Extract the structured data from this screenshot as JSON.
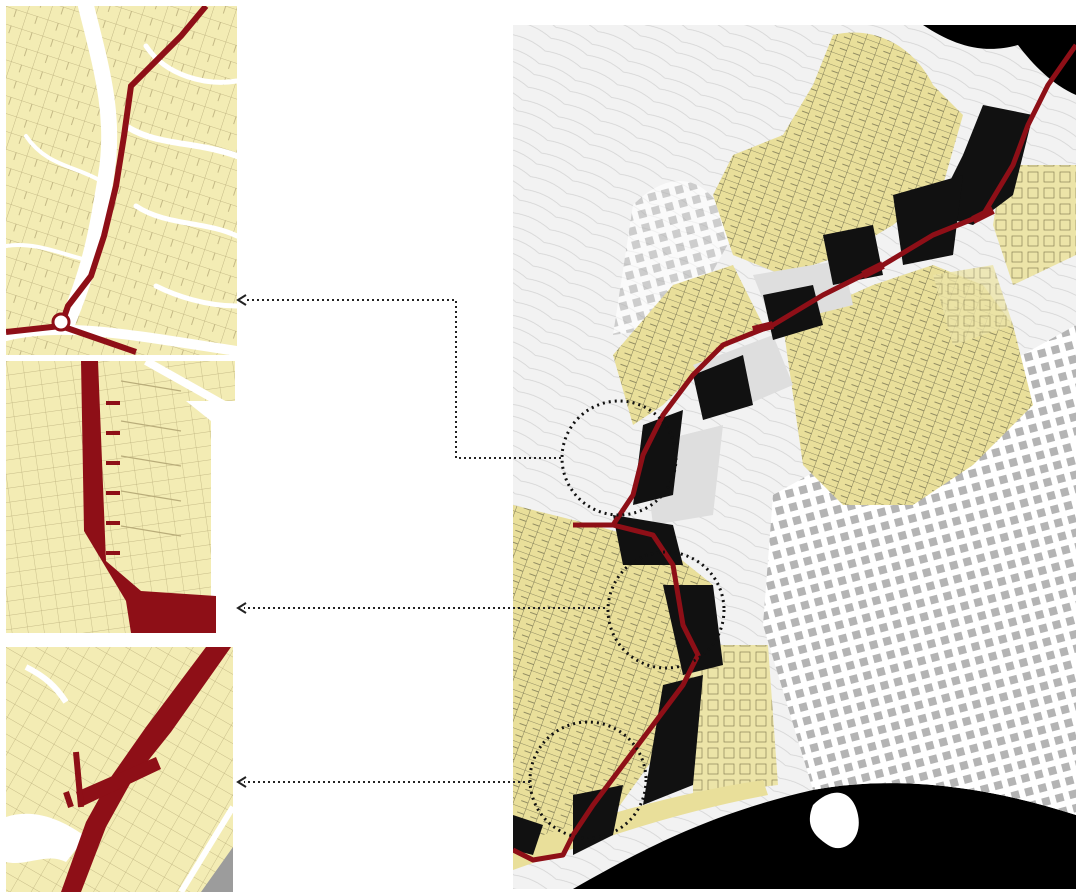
{
  "figure": {
    "insets": [
      {
        "name": "inset-1"
      },
      {
        "name": "inset-2"
      },
      {
        "name": "inset-3"
      }
    ],
    "colors": {
      "fabric": "#f3ecb4",
      "parcel_line": "#b9ad7a",
      "road": "#ffffff",
      "corridor": "#8e0f17",
      "buildings": "#111111",
      "water": "#000000",
      "open_ground": "#dcdcdc",
      "connector": "#222222"
    }
  }
}
